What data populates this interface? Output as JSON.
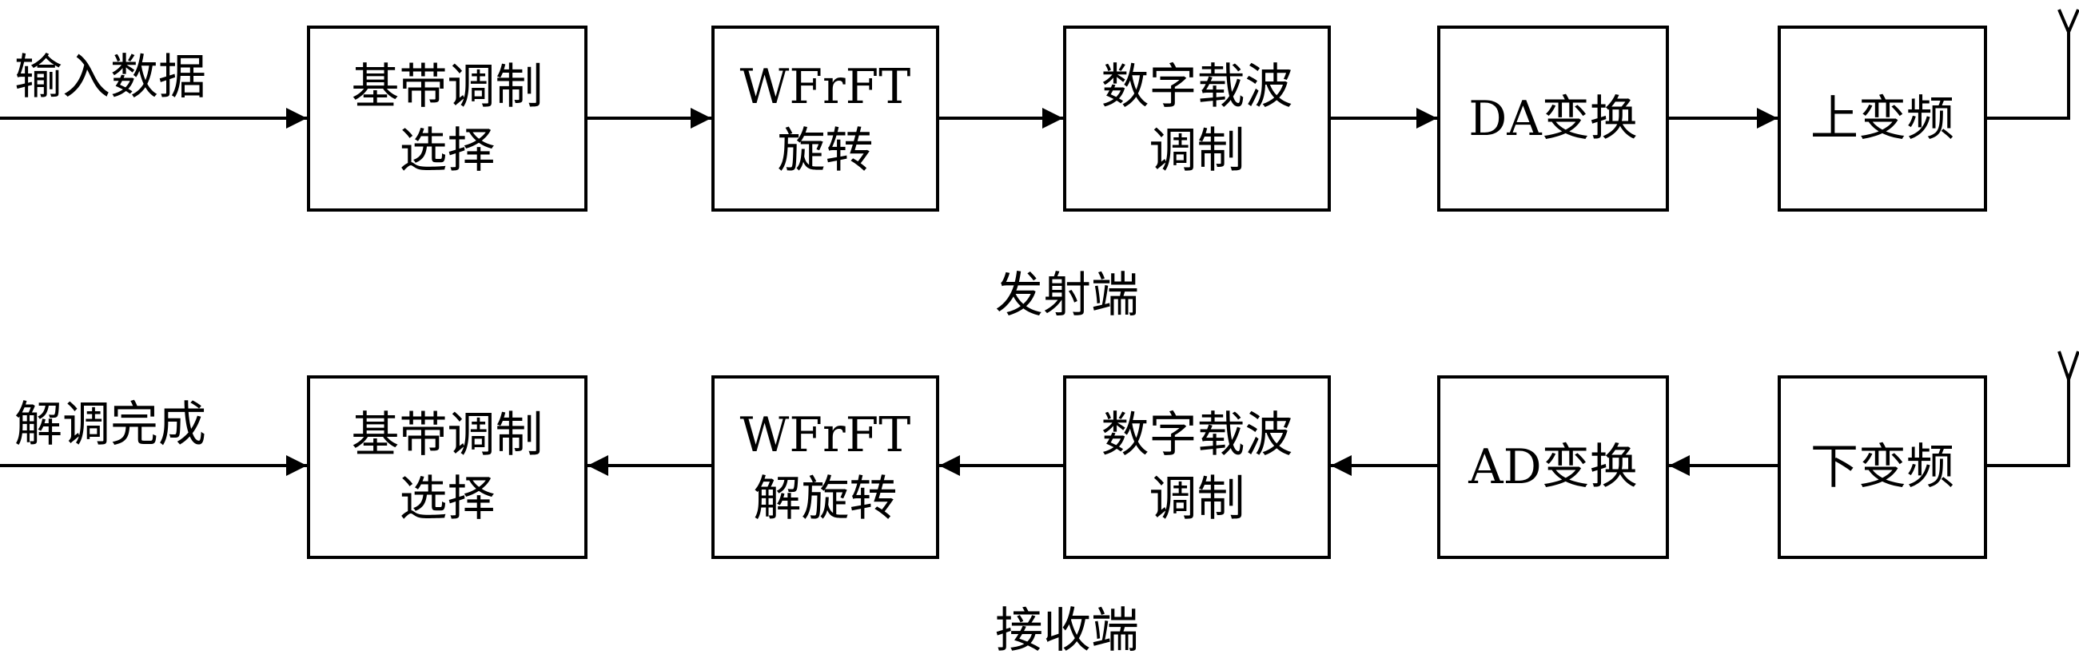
{
  "transmitter": {
    "input_label": "输入数据",
    "blocks": [
      [
        "基带调制",
        "选择"
      ],
      [
        "WFrFT",
        "旋转"
      ],
      [
        "数字载波",
        "调制"
      ],
      [
        "DA变换"
      ],
      [
        "上变频"
      ]
    ],
    "caption": "发射端"
  },
  "receiver": {
    "output_label": "解调完成",
    "blocks": [
      [
        "基带调制",
        "选择"
      ],
      [
        "WFrFT",
        "解旋转"
      ],
      [
        "数字载波",
        "调制"
      ],
      [
        "AD变换"
      ],
      [
        "下变频"
      ]
    ],
    "caption": "接收端"
  }
}
